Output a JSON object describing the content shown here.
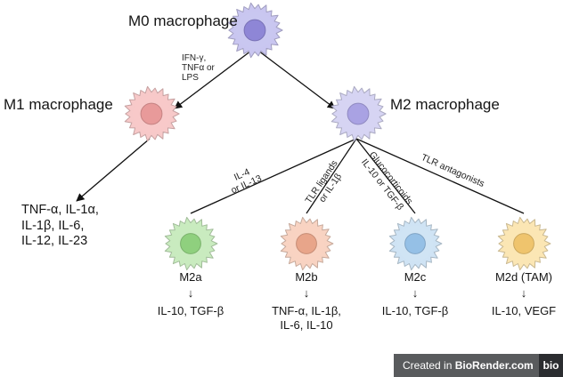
{
  "titles": {
    "m0": "M0 macrophage",
    "m1": "M1 macrophage",
    "m2": "M2 macrophage"
  },
  "m1_stimuli": [
    "IFN-γ,",
    "TNFα or",
    "LPS"
  ],
  "m1_cytokines": [
    "TNF-α, IL-1α,",
    "IL-1β, IL-6,",
    "IL-12, IL-23"
  ],
  "branch_labels": {
    "m2a": [
      "IL-4",
      "or IL-13"
    ],
    "m2b": [
      "TLR ligands",
      "or IL-1β"
    ],
    "m2c": [
      "Glucocorticoids",
      "IL-10 or TGF-β"
    ],
    "m2d": "TLR antagonists"
  },
  "subtypes": {
    "m2a": {
      "name": "M2a",
      "products": [
        "IL-10, TGF-β"
      ]
    },
    "m2b": {
      "name": "M2b",
      "products": [
        "TNF-α, IL-1β,",
        "IL-6, IL-10"
      ]
    },
    "m2c": {
      "name": "M2c",
      "products": [
        "IL-10, TGF-β"
      ]
    },
    "m2d": {
      "name": "M2d (TAM)",
      "products": [
        "IL-10, VEGF"
      ]
    }
  },
  "arrow_glyph": "↓",
  "colors": {
    "m0_fill": "#c9c6f0",
    "m0_nucleus": "#8e86d6",
    "m1_fill": "#f7c9c9",
    "m1_nucleus": "#e89a9a",
    "m2_fill": "#d6d4f3",
    "m2_nucleus": "#a9a2e3",
    "m2a_fill": "#c9ebbf",
    "m2a_nucleus": "#8fd07e",
    "m2b_fill": "#f8d3c2",
    "m2b_nucleus": "#e8a58a",
    "m2c_fill": "#cfe3f4",
    "m2c_nucleus": "#95c0e6",
    "m2d_fill": "#fbe6b4",
    "m2d_nucleus": "#efc46d"
  },
  "watermark": {
    "prefix": "Created in ",
    "brand": "BioRender.com",
    "logo": "bio"
  }
}
